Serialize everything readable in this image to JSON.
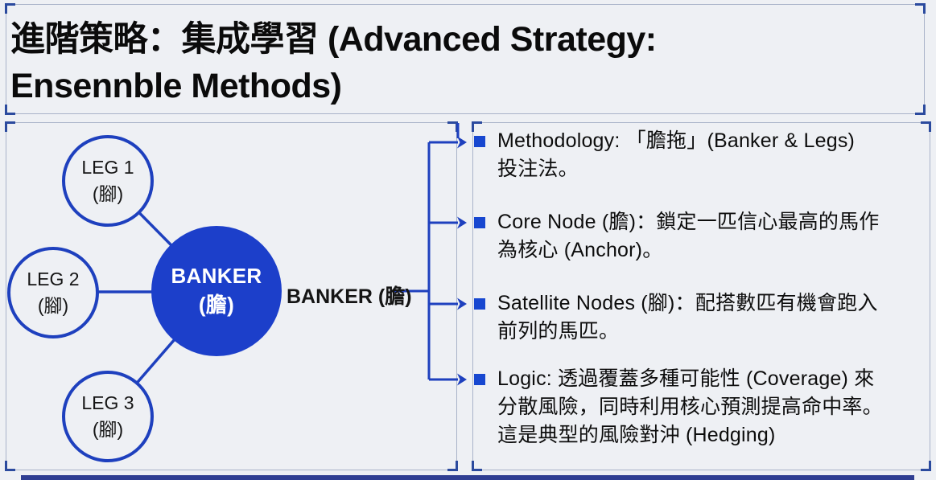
{
  "title": {
    "line1": "進階策略：集成學習 (Advanced Strategy:",
    "line2": "Ensennble Methods)"
  },
  "diagram": {
    "leg1_label": "LEG 1 (腳)",
    "leg2_label": "LEG 2 (腳)",
    "leg3_label": "LEG 3 (腳)",
    "banker_node_label": "BANKER (膽)",
    "banker_side_label": "BANKER (膽)"
  },
  "bullets": [
    {
      "lines": [
        "Methodology: 「膽拖」(Banker & Legs)",
        "投注法。"
      ]
    },
    {
      "lines": [
        "Core Node (膽)：鎖定一匹信心最高的馬作",
        "為核心 (Anchor)。"
      ]
    },
    {
      "lines": [
        "Satellite Nodes (腳)：配搭數匹有機會跑入",
        "前列的馬匹。"
      ]
    },
    {
      "lines": [
        "Logic: 透過覆蓋多種可能性 (Coverage) 來",
        "分散風險，同時利用核心預測提高命中率。",
        "這是典型的風險對沖 (Hedging)"
      ]
    }
  ],
  "colors": {
    "background": "#eef0f4",
    "panel_border": "#a9b3c9",
    "corner_bracket": "#2b4a9e",
    "diagram_stroke": "#1e40be",
    "banker_fill": "#1c3fca",
    "bullet_square": "#1747d0",
    "bottom_bar": "#2f3e92",
    "text": "#0d0d0d"
  }
}
